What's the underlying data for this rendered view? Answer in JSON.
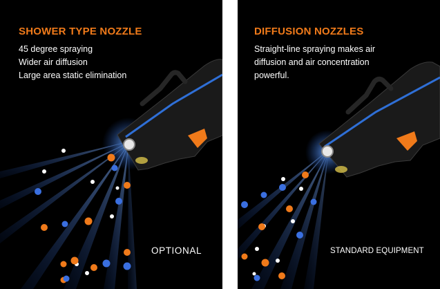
{
  "panels": [
    {
      "title": "SHOWER TYPE NOZZLE",
      "lines": [
        "45 degree spraying",
        "Wider air diffusion",
        "Large area static elimination"
      ],
      "badge": "OPTIONAL"
    },
    {
      "title": "DIFFUSION NOZZLES",
      "lines": [
        "Straight-line spraying makes air",
        "diffusion and air concentration",
        "powerful."
      ],
      "badge": "STANDARD EQUIPMENT"
    }
  ],
  "icons": {
    "product": "ionizing-air-gun-icon",
    "positive_ion": "plus-particle-icon",
    "negative_ion": "minus-particle-icon"
  },
  "colors": {
    "background": "#000000",
    "title": "#f07a1a",
    "text": "#ffffff",
    "spray": "#2f6fd6",
    "positive": "#f07a1a",
    "negative": "#3a6fe0"
  }
}
